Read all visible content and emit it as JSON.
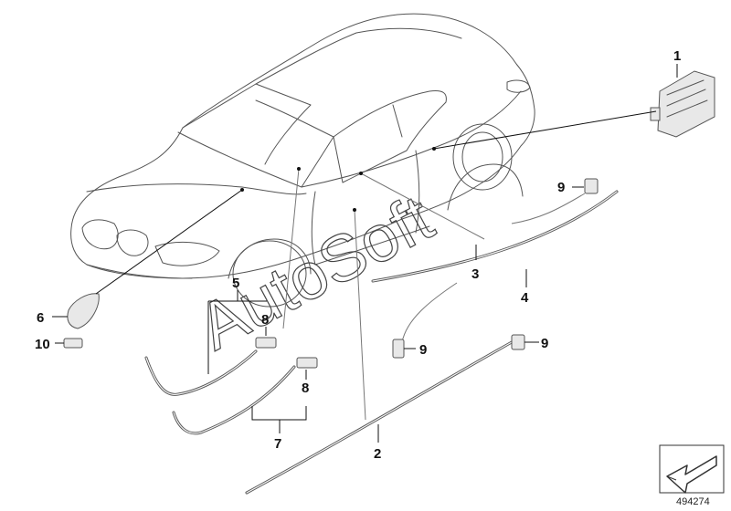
{
  "diagram": {
    "callouts": [
      "1",
      "2",
      "3",
      "4",
      "5",
      "6",
      "7",
      "8",
      "8",
      "9",
      "9",
      "9",
      "10"
    ],
    "watermark": "AutoSoft",
    "reference_number": "494274",
    "nav_icon": "arrow-icon"
  }
}
